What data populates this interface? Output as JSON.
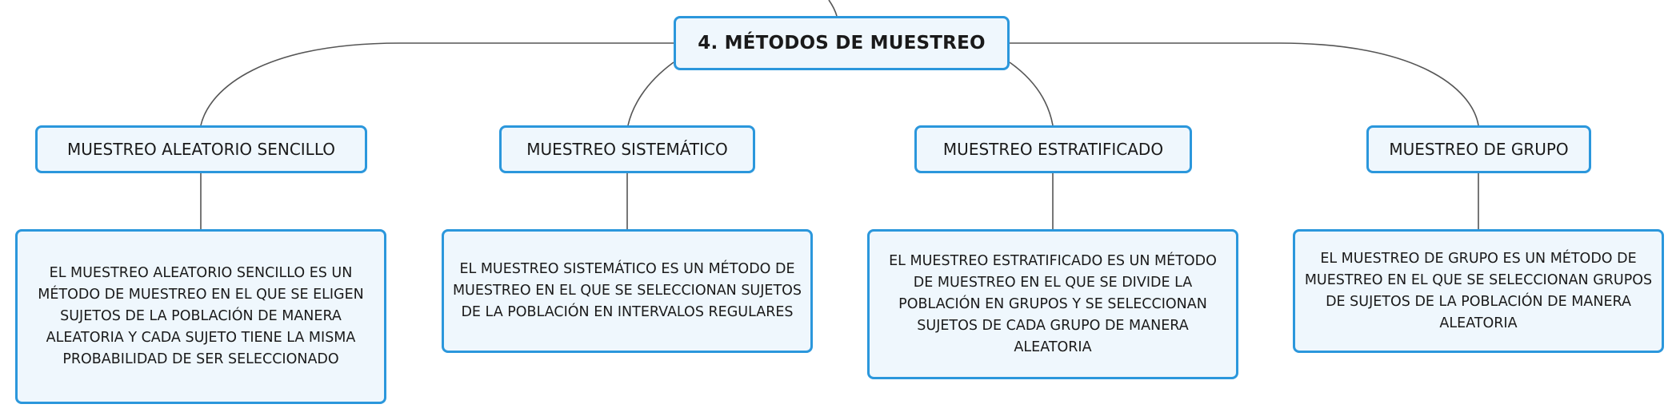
{
  "root": {
    "label": "4. MÉTODOS DE MUESTREO"
  },
  "branches": [
    {
      "title": "MUESTREO ALEATORIO SENCILLO",
      "description": "EL MUESTREO ALEATORIO SENCILLO ES UN MÉTODO DE MUESTREO EN EL QUE SE ELIGEN SUJETOS DE LA POBLACIÓN DE MANERA ALEATORIA Y CADA SUJETO TIENE LA MISMA PROBABILIDAD DE SER SELECCIONADO"
    },
    {
      "title": "MUESTREO SISTEMÁTICO",
      "description": "EL MUESTREO SISTEMÁTICO ES UN MÉTODO DE MUESTREO EN EL QUE SE SELECCIONAN SUJETOS DE LA POBLACIÓN EN INTERVALOS REGULARES"
    },
    {
      "title": "MUESTREO ESTRATIFICADO",
      "description": "EL MUESTREO ESTRATIFICADO ES UN MÉTODO DE MUESTREO EN EL QUE SE DIVIDE LA POBLACIÓN EN GRUPOS Y SE SELECCIONAN SUJETOS DE CADA GRUPO DE MANERA ALEATORIA"
    },
    {
      "title": "MUESTREO DE GRUPO",
      "description": "EL MUESTREO DE GRUPO ES UN MÉTODO DE MUESTREO EN EL QUE SE SELECCIONAN GRUPOS DE SUJETOS DE LA POBLACIÓN DE MANERA ALEATORIA"
    }
  ],
  "colors": {
    "node_border": "#2b97dc",
    "node_fill": "#eff7fd",
    "connector": "#555555"
  }
}
